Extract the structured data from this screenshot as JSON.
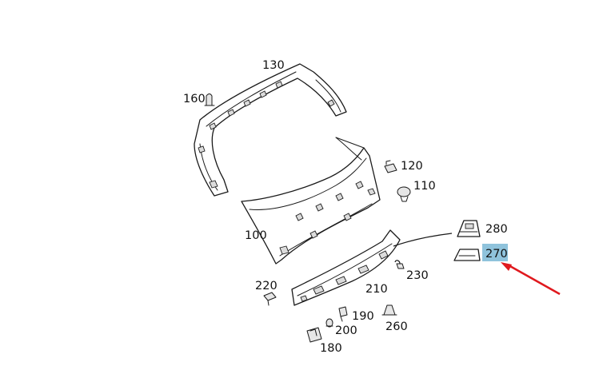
{
  "diagram": {
    "highlight_color": "#8fc3dc",
    "arrow_color": "#e0191e",
    "callouts": {
      "c130": "130",
      "c160": "160",
      "c120": "120",
      "c110": "110",
      "c100": "100",
      "c280": "280",
      "c270": "270",
      "c220": "220",
      "c230": "230",
      "c210": "210",
      "c190": "190",
      "c260": "260",
      "c200": "200",
      "c180": "180"
    }
  }
}
